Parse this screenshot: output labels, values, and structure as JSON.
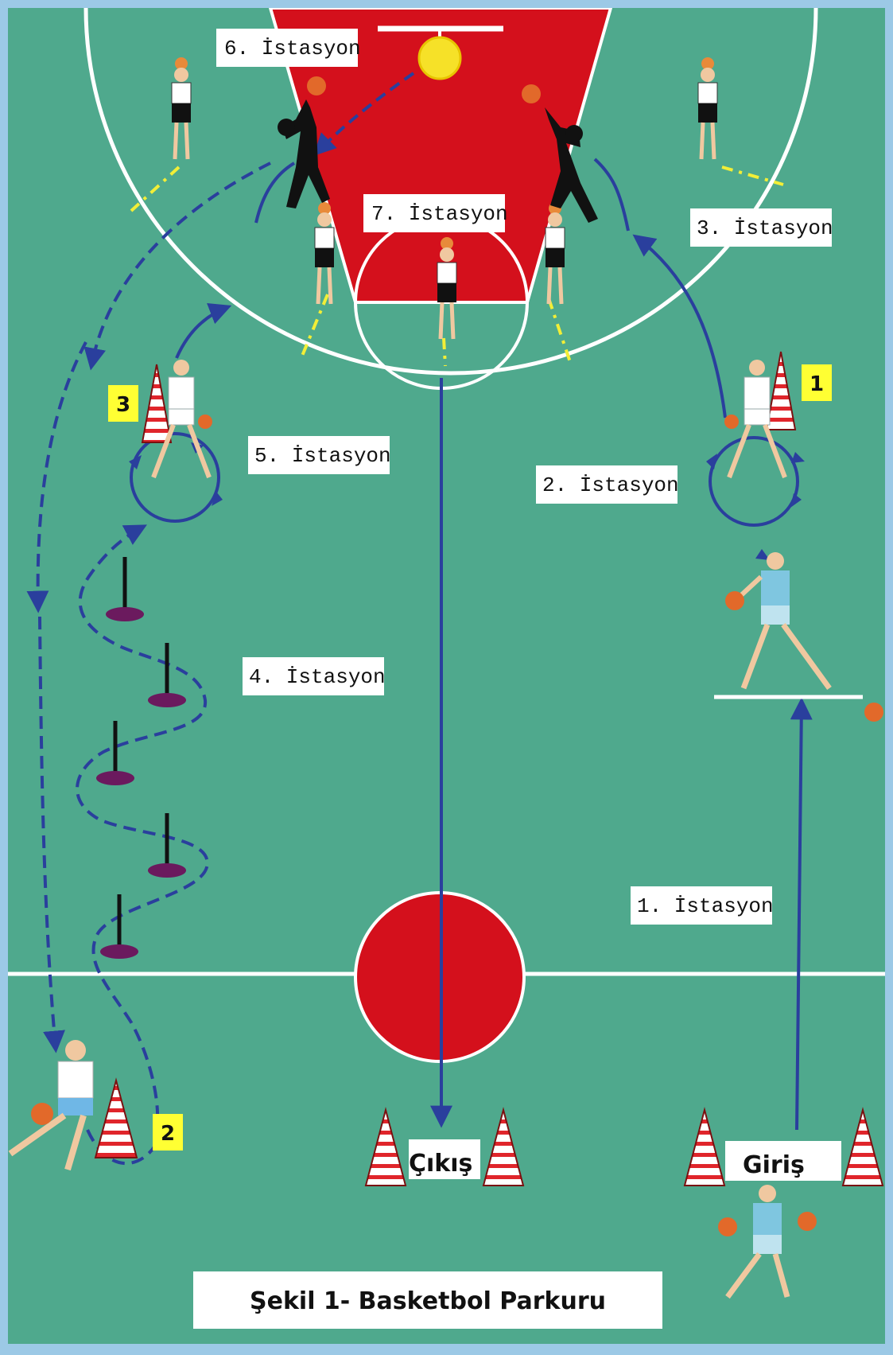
{
  "figure": {
    "caption": "Şekil 1-   Basketbol Parkuru",
    "colors": {
      "court": "#4fa98d",
      "border": "#9cc9e6",
      "key": "#d4101c",
      "lines": "#ffffff",
      "route": "#2a3f9d",
      "pass_line": "#f2ee37",
      "marker": "#ffff33",
      "cone_stripe": "#e0252b",
      "pole_base": "#6b1a5e"
    }
  },
  "stations": {
    "s1": "1. İstasyon",
    "s2": "2. İstasyon",
    "s3": "3. İstasyon",
    "s4": "4. İstasyon",
    "s5": "5. İstasyon",
    "s6": "6. İstasyon",
    "s7": "7. İstasyon"
  },
  "gates": {
    "entry": "Giriş",
    "exit": "Çıkış"
  },
  "markers": {
    "m1": "1",
    "m2": "2",
    "m3": "3"
  }
}
